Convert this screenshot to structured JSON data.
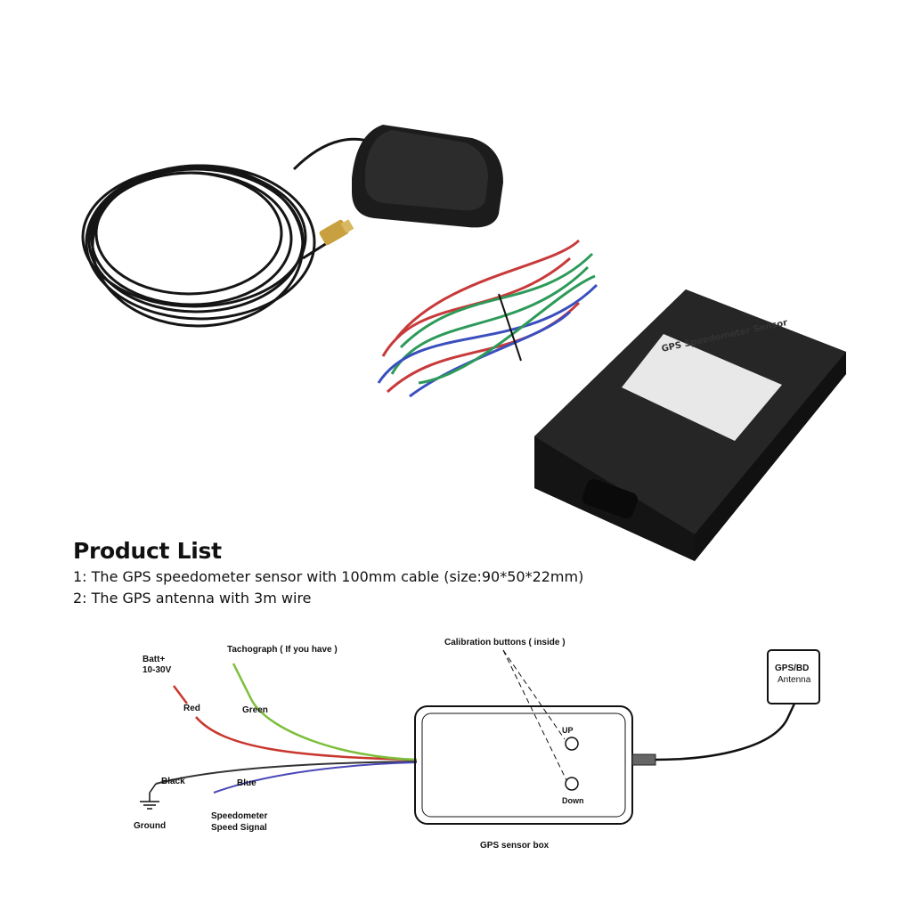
{
  "product_label": {
    "title": "GPS Speedometer Sensor"
  },
  "product_list": {
    "title": "Product List",
    "items": [
      "1: The GPS speedometer sensor with 100mm cable (size:90*50*22mm)",
      "2: The GPS antenna with 3m wire"
    ]
  },
  "diagram": {
    "batt_label": "Batt+",
    "batt_voltage": "10-30V",
    "red_label": "Red",
    "tachograph_label": "Tachograph ( If you have )",
    "green_label": "Green",
    "black_label": "Black",
    "ground_label": "Ground",
    "blue_label": "Blue",
    "speedometer_label": "Speedometer",
    "speed_signal_label": "Speed Signal",
    "calibration_label": "Calibration buttons ( inside )",
    "up_label": "UP",
    "down_label": "Down",
    "box_label": "GPS sensor box",
    "antenna_label_1": "GPS/BD",
    "antenna_label_2": "Antenna"
  },
  "colors": {
    "red_wire": "#c8372d",
    "green_wire": "#7bbf3a",
    "black_wire": "#333333",
    "blue_wire": "#4b48b8"
  }
}
